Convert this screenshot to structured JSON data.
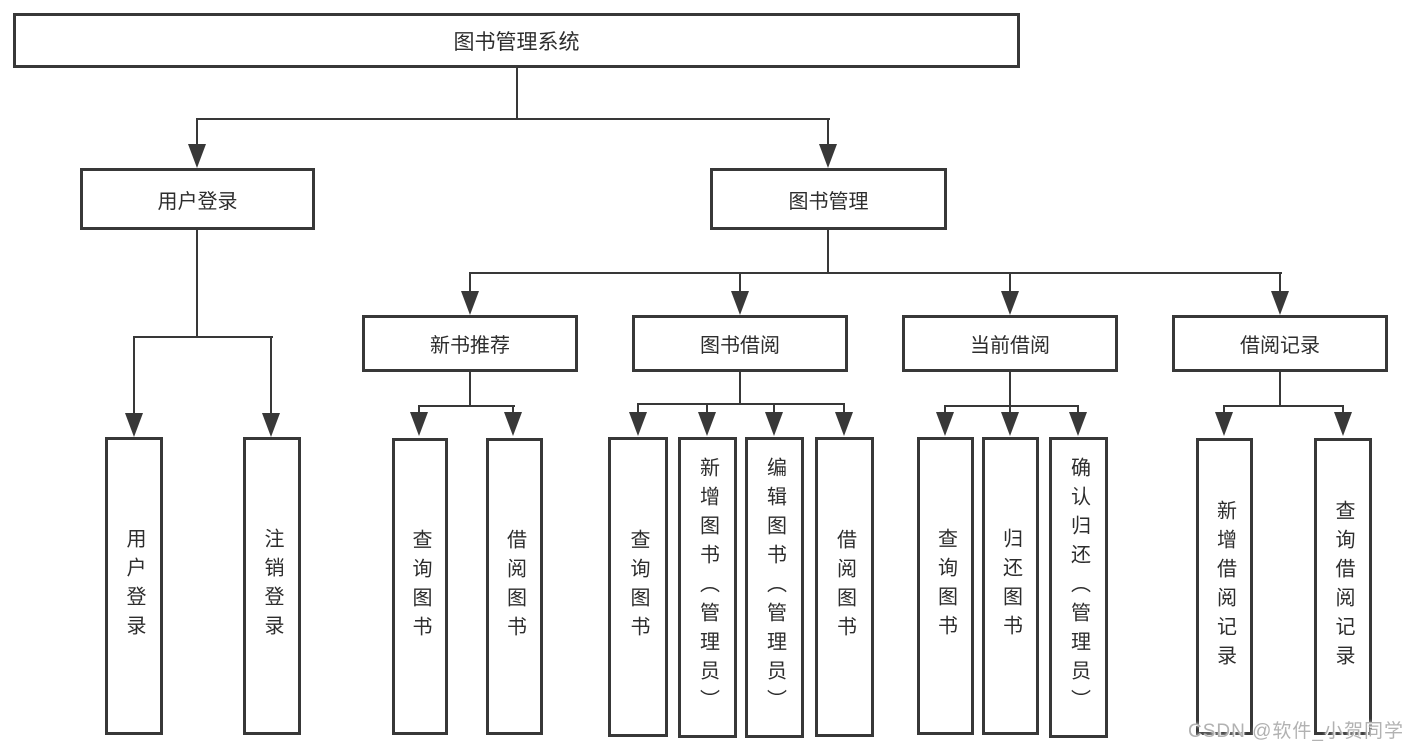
{
  "tree": {
    "root": {
      "label": "图书管理系统"
    },
    "login": {
      "label": "用户登录",
      "children": [
        {
          "label": "用户登录"
        },
        {
          "label": "注销登录"
        }
      ]
    },
    "management": {
      "label": "图书管理",
      "groups": [
        {
          "label": "新书推荐",
          "children": [
            {
              "label": "查询图书"
            },
            {
              "label": "借阅图书"
            }
          ]
        },
        {
          "label": "图书借阅",
          "children": [
            {
              "label": "查询图书"
            },
            {
              "label": "新增图书（管理员）"
            },
            {
              "label": "编辑图书（管理员）"
            },
            {
              "label": "借阅图书"
            }
          ]
        },
        {
          "label": "当前借阅",
          "children": [
            {
              "label": "查询图书"
            },
            {
              "label": "归还图书"
            },
            {
              "label": "确认归还（管理员）"
            }
          ]
        },
        {
          "label": "借阅记录",
          "children": [
            {
              "label": "新增借阅记录"
            },
            {
              "label": "查询借阅记录"
            }
          ]
        }
      ]
    }
  },
  "watermark": {
    "text": "CSDN @软件_小贺同学"
  },
  "colors": {
    "line": "#383838",
    "box_border": "#383838",
    "text": "#2d2d2d",
    "background": "#ffffff",
    "watermark": "#b2b2b2"
  }
}
